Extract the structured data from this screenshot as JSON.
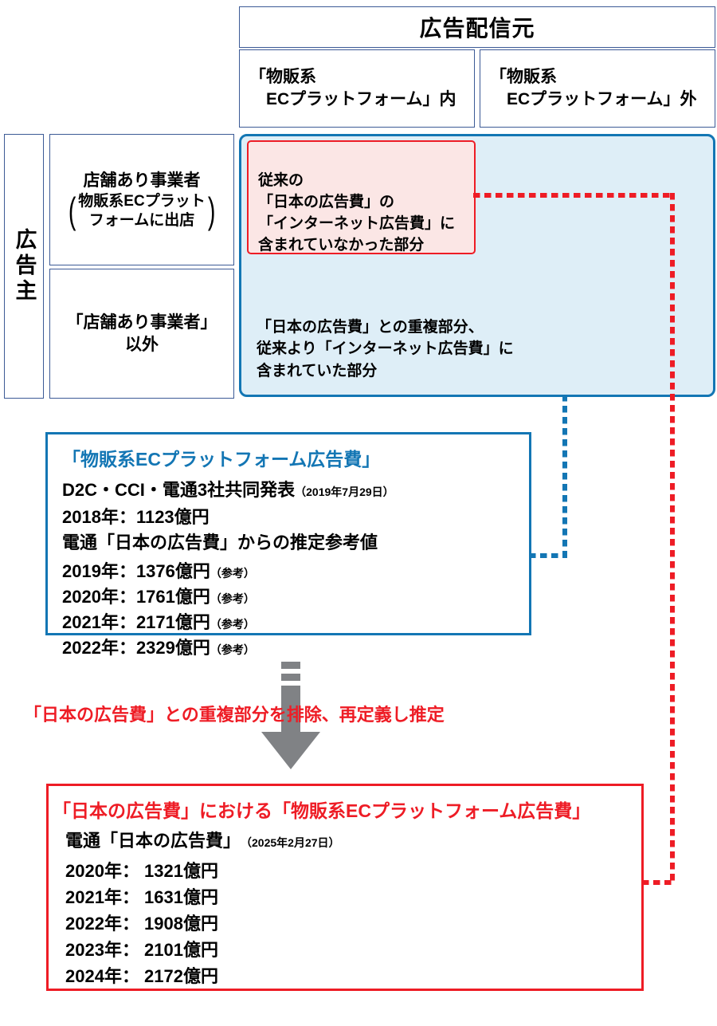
{
  "header": {
    "title": "広告配信元",
    "inside_label": "「物販系\n 　ECプラットフォーム」内",
    "outside_label": "「物販系\n 　ECプラットフォーム」外"
  },
  "advertiser": {
    "column_label": "広告主",
    "box1_line1": "店舗あり事業者",
    "box1_paren_line1": "物販系ECプラット",
    "box1_paren_line2": "フォームに出店",
    "box1_paren_open": "(",
    "box1_paren_close": ")",
    "box2_line1": "「店舗あり事業者」",
    "box2_line2": "以外"
  },
  "panel": {
    "pink_text": "従来の\n「日本の広告費」の\n「インターネット広告費」に\n含まれていなかった部分",
    "blue_text": "「日本の広告費」との重複部分、\n従来より「インターネット広告費」に\n含まれていた部分"
  },
  "blue_card": {
    "title": "「物販系ECプラットフォーム広告費」",
    "source": "D2C・CCI・電通3社共同発表",
    "source_date": "（2019年7月29日）",
    "figure_2018": "2018年：1123億円",
    "estimate_note": "電通「日本の広告費」からの推定参考値",
    "rows": [
      {
        "value": "2019年：1376億円",
        "note": "（参考）"
      },
      {
        "value": "2020年：1761億円",
        "note": "（参考）"
      },
      {
        "value": "2021年：2171億円",
        "note": "（参考）"
      },
      {
        "value": "2022年：2329億円",
        "note": "（参考）"
      }
    ]
  },
  "arrow": {
    "caption": "「日本の広告費」との重複部分を排除、再定義し推定"
  },
  "red_card": {
    "title": "「日本の広告費」における「物販系ECプラットフォーム広告費」",
    "source": "電通「日本の広告費」",
    "source_date": "（2025年2月27日）",
    "rows": [
      {
        "value": "2020年： 1321億円"
      },
      {
        "value": "2021年： 1631億円"
      },
      {
        "value": "2022年： 1908億円"
      },
      {
        "value": "2023年： 2101億円"
      },
      {
        "value": "2024年： 2172億円"
      }
    ]
  },
  "colors": {
    "blue": "#1376b4",
    "navy": "#3c5a96",
    "red": "#ee1c25",
    "panel_fill": "#deeef7",
    "pink_fill": "#fbe6e5",
    "gray": "#808285"
  }
}
